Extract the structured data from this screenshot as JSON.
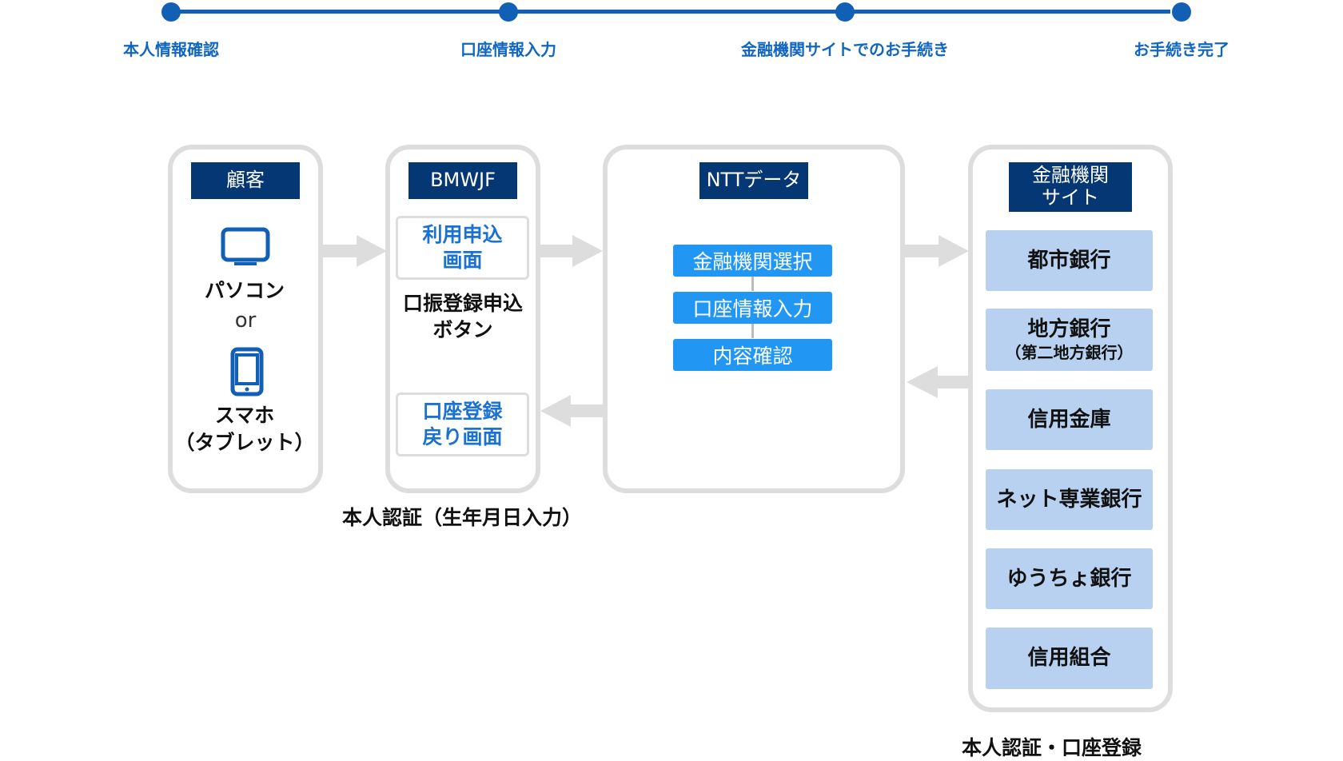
{
  "steps": [
    "本人情報確認",
    "口座情報入力",
    "金融機関サイトでのお手続き",
    "お手続き完了"
  ],
  "customer": {
    "header": "顧客",
    "pc_label": "パソコン",
    "or": "or",
    "phone_label_1": "スマホ",
    "phone_label_2": "（タブレット）",
    "device_icons": [
      "monitor-icon",
      "smartphone-icon"
    ]
  },
  "bmwjf": {
    "header": "BMWJF",
    "apply_screen_1": "利用申込",
    "apply_screen_2": "画面",
    "button_label_1": "口振登録申込",
    "button_label_2": "ボタン",
    "return_screen_1": "口座登録",
    "return_screen_2": "戻り画面",
    "caption": "本人認証（生年月日入力）"
  },
  "ntt": {
    "header": "NTTデータ",
    "steps": [
      "金融機関選択",
      "口座情報入力",
      "内容確認"
    ]
  },
  "bank_site": {
    "header_1": "金融機関",
    "header_2": "サイト",
    "banks": [
      {
        "name": "都市銀行",
        "sub": ""
      },
      {
        "name": "地方銀行",
        "sub": "（第二地方銀行）"
      },
      {
        "name": "信用金庫",
        "sub": ""
      },
      {
        "name": "ネット専業銀行",
        "sub": ""
      },
      {
        "name": "ゆうちょ銀行",
        "sub": ""
      },
      {
        "name": "信用組合",
        "sub": ""
      }
    ],
    "caption": "本人認証・口座登録"
  },
  "colors": {
    "accent": "#1160b5",
    "header_bg": "#063775",
    "step_blue": "#2196f3",
    "bank_bg": "#b8d1f0",
    "border_gray": "#dddddd"
  }
}
